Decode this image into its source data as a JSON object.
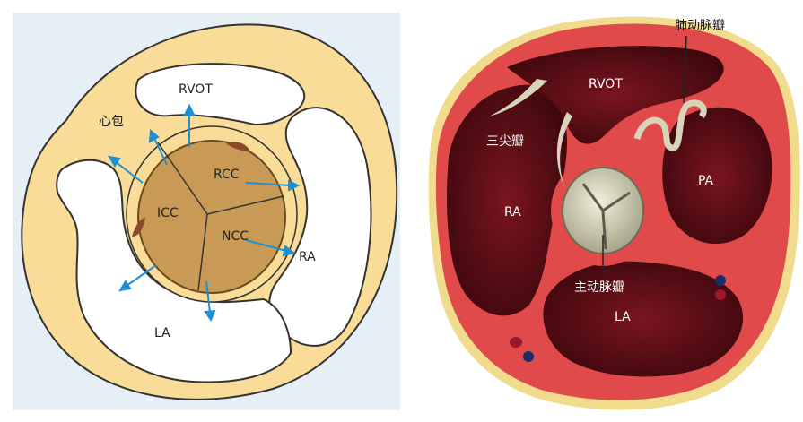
{
  "left_diagram": {
    "labels": {
      "rvot": "RVOT",
      "pericardium": "心包",
      "rcc": "RCC",
      "icc": "ICC",
      "ncc": "NCC",
      "ra": "RA",
      "la": "LA"
    },
    "colors": {
      "background": "#e6eef6",
      "tissue": "#f8dc98",
      "chamber": "#ffffff",
      "valve": "#c99a55",
      "arrow": "#1e8fd0",
      "outline": "#333333"
    }
  },
  "right_diagram": {
    "labels": {
      "pulmonary_valve": "肺动脉瓣",
      "rvot": "RVOT",
      "tricuspid_valve": "三尖瓣",
      "ra": "RA",
      "pa": "PA",
      "aortic_valve": "主动脉瓣",
      "la": "LA"
    },
    "colors": {
      "blood": "#5e0d14",
      "wall": "#e04a4a",
      "fat": "#f0dc8c",
      "valve": "#d8d4bc"
    }
  }
}
